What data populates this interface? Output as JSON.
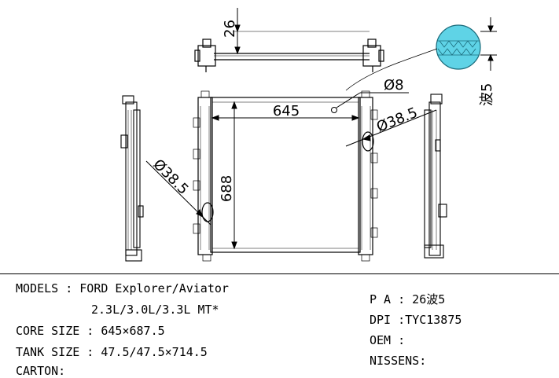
{
  "dimensions": {
    "clip_height": "26",
    "pitch": "波5",
    "core_width": "645",
    "core_height": "688",
    "hole": "Ø8",
    "inlet": "Ø38.5",
    "outlet": "Ø38.5"
  },
  "specs": {
    "models_label": "MODELS : FORD Explorer/Aviator",
    "models_engines": "2.3L/3.0L/3.3L MT*",
    "core_size": "CORE SIZE : 645×687.5",
    "tank_size": "TANK SIZE : 47.5/47.5×714.5",
    "carton": "CARTON:",
    "pa": "P A : 26波5",
    "dpi": "DPI :TYC13875",
    "oem": "OEM :",
    "nissens": "NISSENS:"
  }
}
